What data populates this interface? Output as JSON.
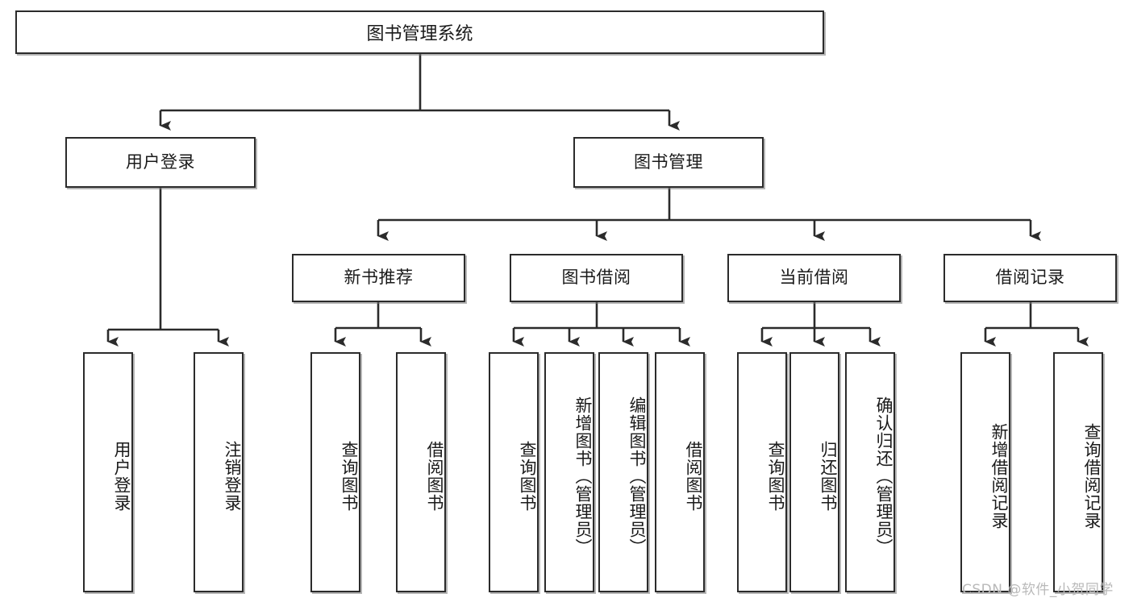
{
  "diagram": {
    "type": "tree-hierarchy",
    "title": "图书管理系统",
    "watermark": "CSDN @软件_小贺同学",
    "colors": {
      "box_border": "#2b2b2b",
      "box_fill": "#ffffff",
      "connector": "#2b2b2b",
      "text": "#1a1a1a",
      "watermark": "#b9b9b9"
    },
    "levels": {
      "root": {
        "label": "图书管理系统"
      },
      "level2": [
        {
          "label": "用户登录"
        },
        {
          "label": "图书管理"
        }
      ],
      "level3": [
        {
          "label": "新书推荐"
        },
        {
          "label": "图书借阅"
        },
        {
          "label": "当前借阅"
        },
        {
          "label": "借阅记录"
        }
      ],
      "leaves": [
        {
          "label": "用户登录",
          "parent": "用户登录"
        },
        {
          "label": "注销登录",
          "parent": "用户登录"
        },
        {
          "label": "查询图书",
          "parent": "新书推荐"
        },
        {
          "label": "借阅图书",
          "parent": "新书推荐"
        },
        {
          "label": "查询图书",
          "parent": "图书借阅"
        },
        {
          "label": "新增图书（管理员）",
          "parent": "图书借阅"
        },
        {
          "label": "编辑图书（管理员）",
          "parent": "图书借阅"
        },
        {
          "label": "借阅图书",
          "parent": "图书借阅"
        },
        {
          "label": "查询图书",
          "parent": "当前借阅"
        },
        {
          "label": "归还图书",
          "parent": "当前借阅"
        },
        {
          "label": "确认归还（管理员）",
          "parent": "当前借阅"
        },
        {
          "label": "新增借阅记录",
          "parent": "借阅记录"
        },
        {
          "label": "查询借阅记录",
          "parent": "借阅记录"
        }
      ]
    }
  }
}
